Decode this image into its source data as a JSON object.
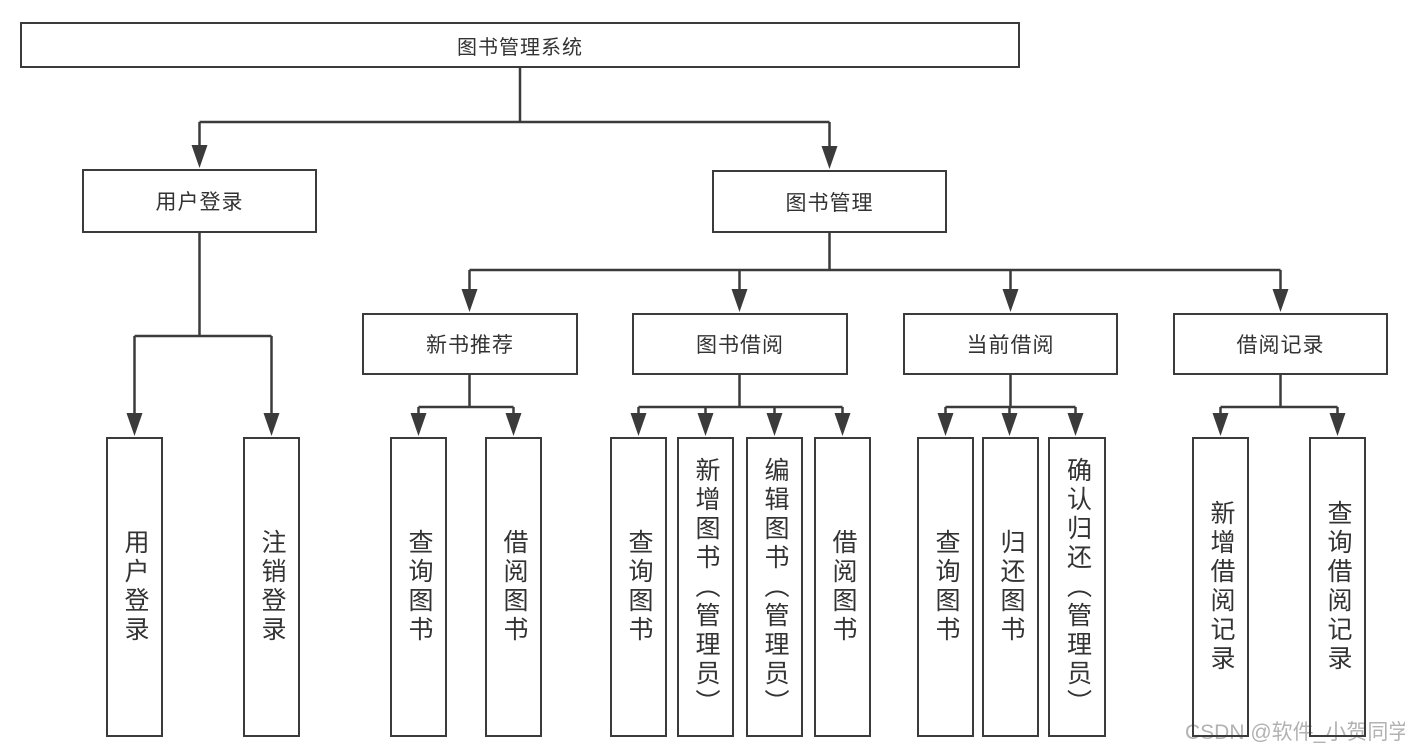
{
  "diagram": {
    "type": "hierarchy-tree",
    "root": {
      "label": "图书管理系统"
    },
    "branches": [
      {
        "label": "用户登录",
        "children": [
          {
            "label": "用户登录"
          },
          {
            "label": "注销登录"
          }
        ]
      },
      {
        "label": "图书管理",
        "children": [
          {
            "label": "新书推荐",
            "children": [
              {
                "label": "查询图书"
              },
              {
                "label": "借阅图书"
              }
            ]
          },
          {
            "label": "图书借阅",
            "children": [
              {
                "label": "查询图书"
              },
              {
                "label": "新增图书（管理员）"
              },
              {
                "label": "编辑图书（管理员）"
              },
              {
                "label": "借阅图书"
              }
            ]
          },
          {
            "label": "当前借阅",
            "children": [
              {
                "label": "查询图书"
              },
              {
                "label": "归还图书"
              },
              {
                "label": "确认归还（管理员）"
              }
            ]
          },
          {
            "label": "借阅记录",
            "children": [
              {
                "label": "新增借阅记录"
              },
              {
                "label": "查询借阅记录"
              }
            ]
          }
        ]
      }
    ],
    "watermark": "CSDN @软件_小贺同学",
    "colors": {
      "line": "#3b3b3b",
      "box_border": "#3b3b3b",
      "text": "#333333",
      "watermark": "#b2b2b2",
      "background": "#ffffff"
    }
  }
}
